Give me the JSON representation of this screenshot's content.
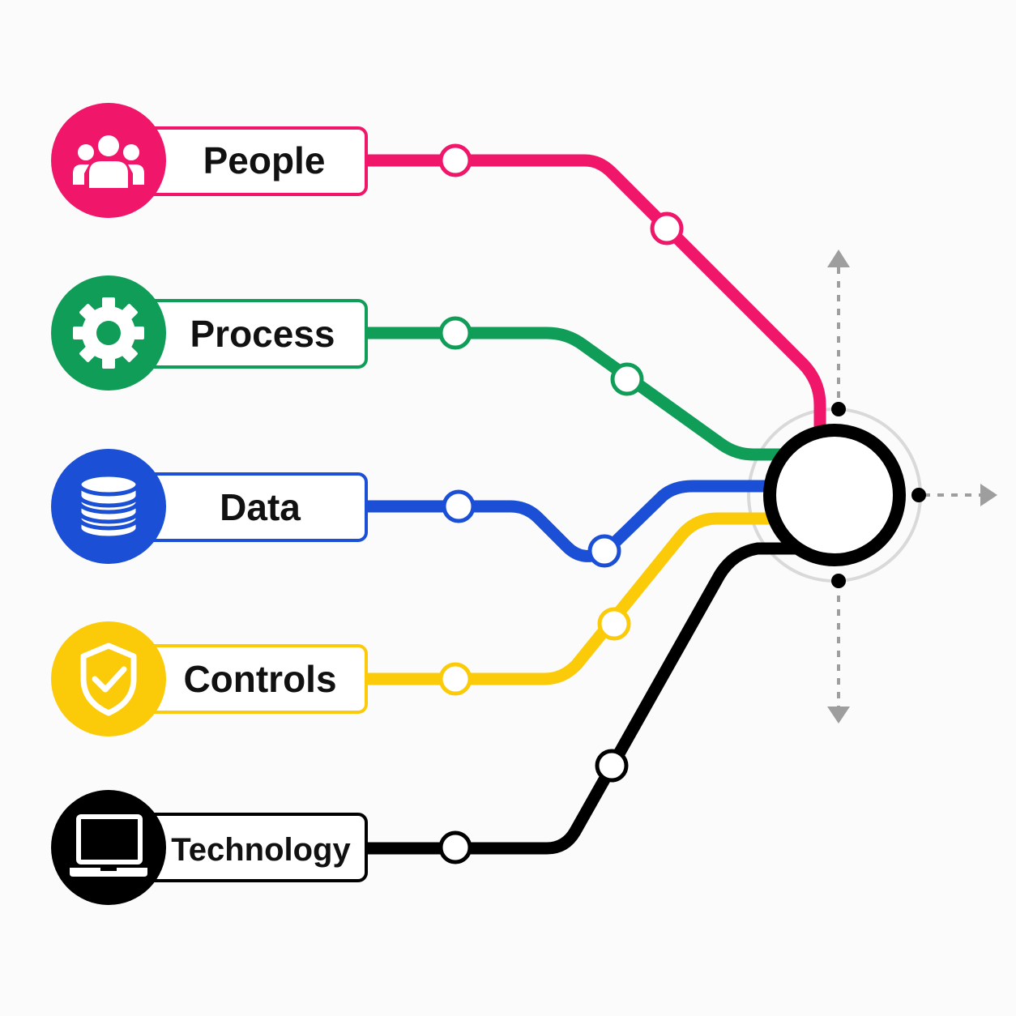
{
  "colors": {
    "background": "#fbfbfb",
    "hub_ring": "#000000",
    "hub_halo": "#d9d9d9",
    "arrows": "#9e9e9e"
  },
  "lines": [
    {
      "id": "people",
      "label": "People",
      "color": "#f0176b",
      "icon": "people-icon"
    },
    {
      "id": "process",
      "label": "Process",
      "color": "#0f9d58",
      "icon": "gear-icon"
    },
    {
      "id": "data",
      "label": "Data",
      "color": "#1a4fd6",
      "icon": "database-icon"
    },
    {
      "id": "controls",
      "label": "Controls",
      "color": "#fbcb0a",
      "icon": "shield-check-icon"
    },
    {
      "id": "technology",
      "label": "Technology",
      "color": "#000000",
      "icon": "laptop-icon"
    }
  ],
  "hub": {
    "icon": "hub-station-icon"
  },
  "outputs": [
    {
      "id": "up",
      "icon": "arrow-up-icon"
    },
    {
      "id": "right",
      "icon": "arrow-right-icon"
    },
    {
      "id": "down",
      "icon": "arrow-down-icon"
    }
  ]
}
